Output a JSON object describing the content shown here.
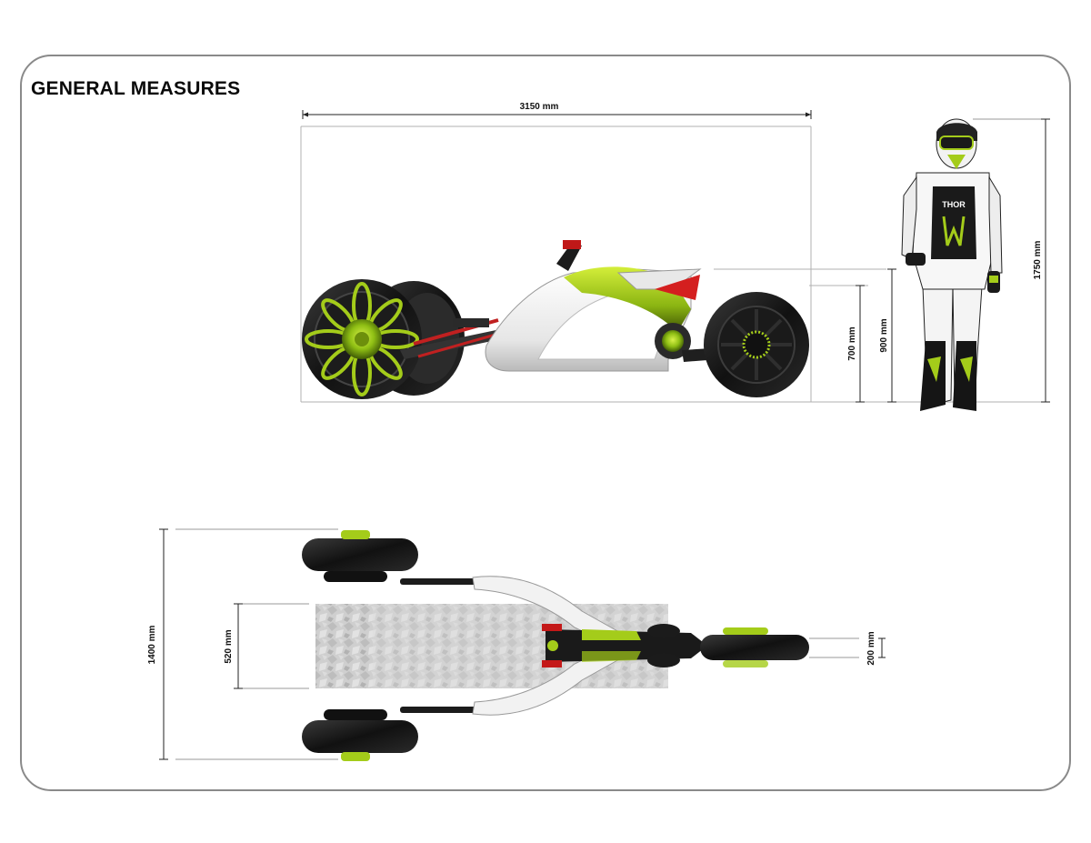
{
  "page": {
    "title": "GENERAL MEASURES"
  },
  "dimensions": {
    "overall_length": "3150 mm",
    "rider_height": "1750 mm",
    "seat_height": "900 mm",
    "seat_base_height": "700 mm",
    "overall_width": "1400 mm",
    "platform_width": "520 mm",
    "rear_wheel_width": "200 mm"
  },
  "rider": {
    "jersey_brand": "THOR"
  },
  "colors": {
    "accent_green": "#a4cc1a",
    "tire": "#151515",
    "frame_white": "#f2f2f2",
    "red_accent": "#d41f1f",
    "dimension_line": "#222222",
    "border": "#8a8a8a"
  }
}
